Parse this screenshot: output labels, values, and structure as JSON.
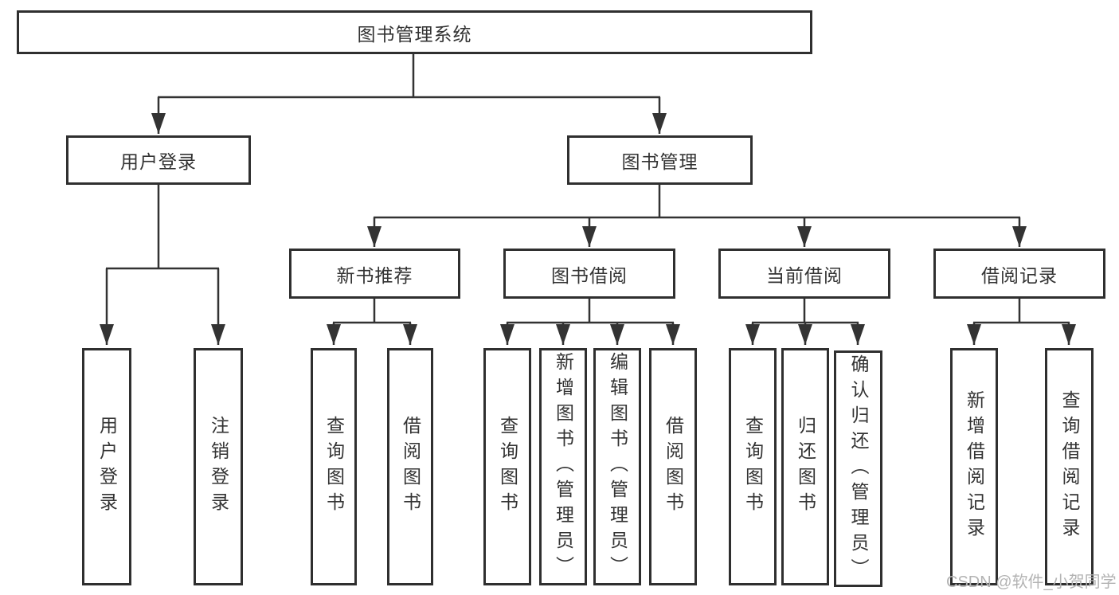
{
  "diagram_title": "图书管理系统",
  "colors": {
    "line": "#333333",
    "box_border": "#2f2f2f",
    "text": "#333333",
    "watermark": "#b3b3b3",
    "background": "#ffffff"
  },
  "tree": {
    "root": {
      "label": "图书管理系统"
    },
    "user": {
      "label": "用户登录",
      "children": [
        {
          "label": "用户登录"
        },
        {
          "label": "注销登录"
        }
      ]
    },
    "mgmt": {
      "label": "图书管理",
      "sections": [
        {
          "label": "新书推荐",
          "children": [
            {
              "label": "查询图书"
            },
            {
              "label": "借阅图书"
            }
          ]
        },
        {
          "label": "图书借阅",
          "children": [
            {
              "label": "查询图书"
            },
            {
              "label": "新增图书（管理员）"
            },
            {
              "label": "编辑图书（管理员）"
            },
            {
              "label": "借阅图书"
            }
          ]
        },
        {
          "label": "当前借阅",
          "children": [
            {
              "label": "查询图书"
            },
            {
              "label": "归还图书"
            },
            {
              "label": "确认归还（管理员）"
            }
          ]
        },
        {
          "label": "借阅记录",
          "children": [
            {
              "label": "新增借阅记录"
            },
            {
              "label": "查询借阅记录"
            }
          ]
        }
      ]
    }
  },
  "watermark": {
    "text": "CSDN @软件_小贺同学"
  }
}
